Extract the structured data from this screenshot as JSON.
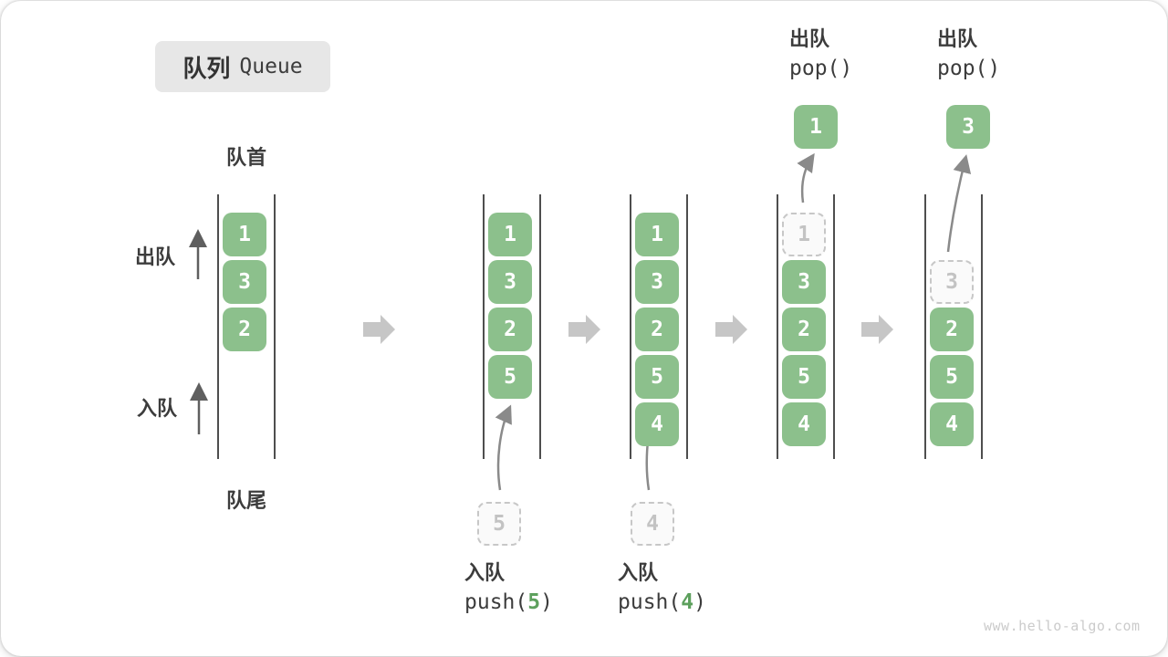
{
  "title": {
    "zh": "队列",
    "en": "Queue"
  },
  "labels": {
    "front": "队首",
    "rear": "队尾",
    "dequeue_side": "出队",
    "enqueue_side": "入队"
  },
  "colors": {
    "box_green": "#8cc08c",
    "accent_green": "#5da05d",
    "wall_gray": "#4e4e4e",
    "block_arrow_gray": "#c6c6c6",
    "dashed_gray": "#c7c7c7",
    "text_dark": "#3c3c3c",
    "title_bg": "#e7e7e7"
  },
  "states": {
    "s1": {
      "c0": "1",
      "c1": "3",
      "c2": "2"
    },
    "s2": {
      "c0": "1",
      "c1": "3",
      "c2": "2",
      "c3": "5",
      "incoming": "5"
    },
    "s3": {
      "c0": "1",
      "c1": "3",
      "c2": "2",
      "c3": "5",
      "c4": "4",
      "incoming": "4"
    },
    "s4": {
      "c0": "1",
      "c1": "3",
      "c2": "2",
      "c3": "5",
      "c4": "4",
      "popped": "1"
    },
    "s5": {
      "c1": "3",
      "c2": "2",
      "c3": "5",
      "c4": "4",
      "popped": "3"
    }
  },
  "operations": {
    "push5": {
      "label": "入队",
      "code_fn": "push(",
      "code_arg": "5",
      "code_close": ")"
    },
    "push4": {
      "label": "入队",
      "code_fn": "push(",
      "code_arg": "4",
      "code_close": ")"
    },
    "pop1": {
      "label": "出队",
      "code": "pop()"
    },
    "pop2": {
      "label": "出队",
      "code": "pop()"
    }
  },
  "watermark": "www.hello-algo.com"
}
